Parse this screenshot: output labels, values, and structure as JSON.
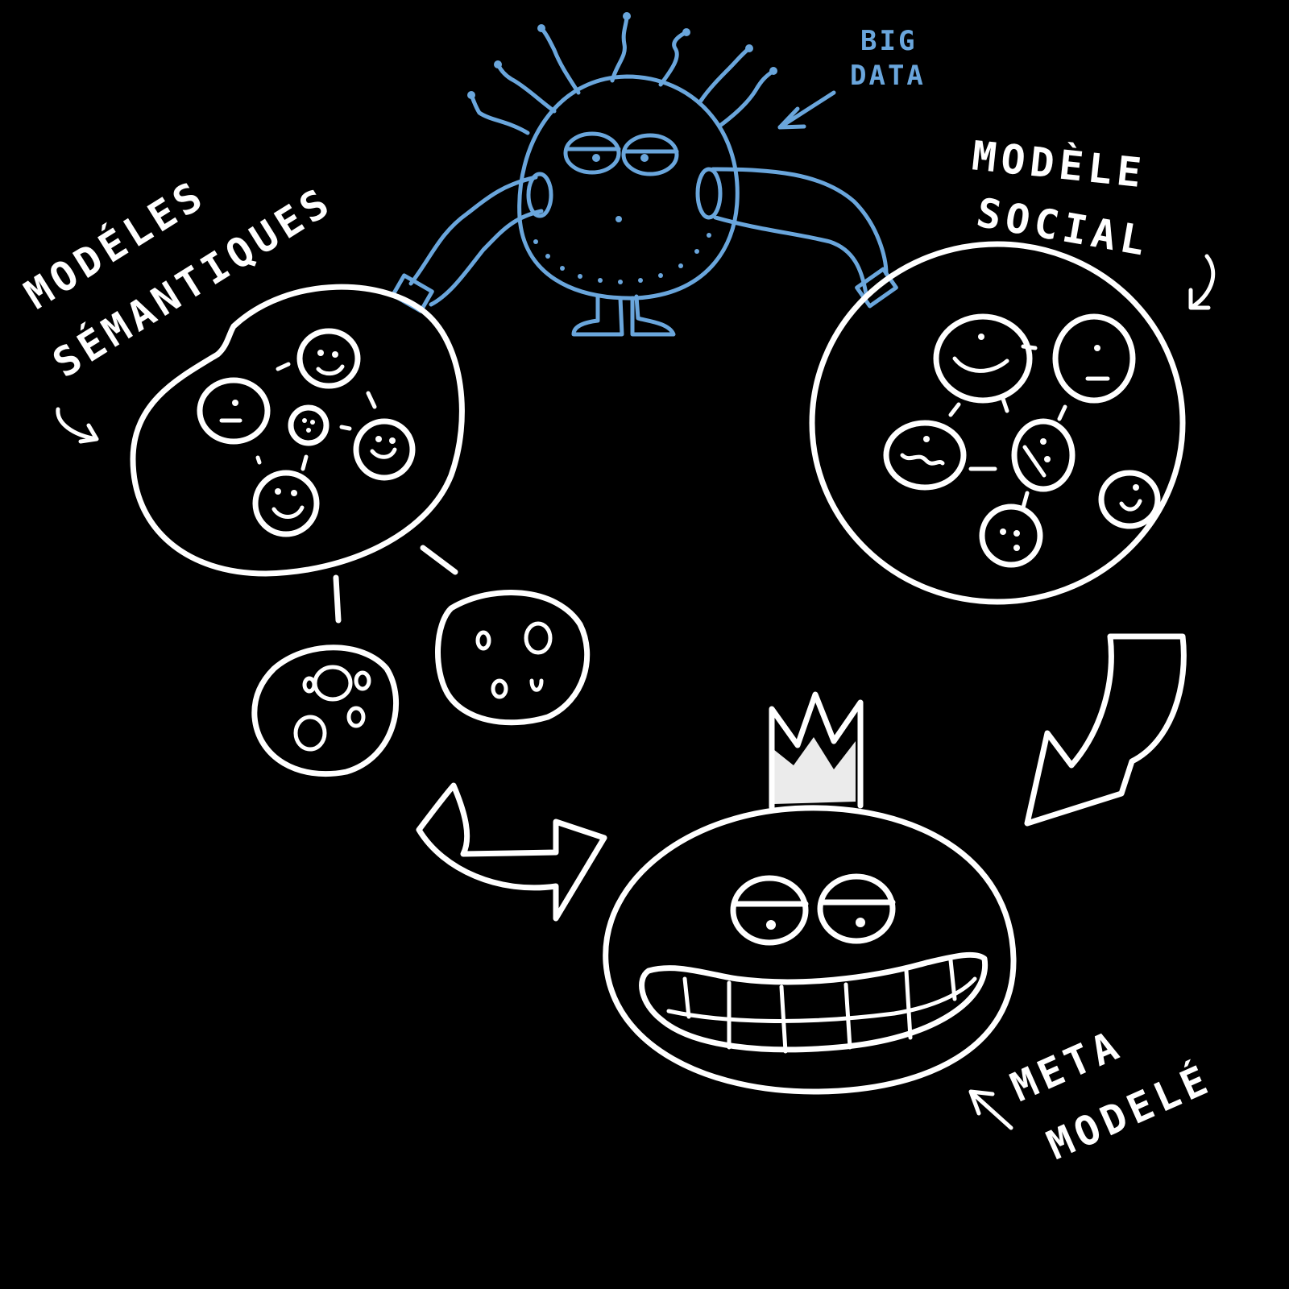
{
  "labels": {
    "big_data": [
      "BIG",
      "DATA"
    ],
    "modele_social": [
      "MODÈLE",
      "SOCIAL"
    ],
    "modeles_semantiques": [
      "MODÉLES",
      "SÉMANTIQUES"
    ],
    "meta_modele": [
      "META",
      "MODELÉ"
    ]
  },
  "colors": {
    "background": "#000000",
    "chalk": "#ffffff",
    "big_data_creature": "#6aa6dc"
  },
  "icons": [
    "big-data-creature-icon",
    "crown-icon",
    "curved-arrow-icon"
  ]
}
